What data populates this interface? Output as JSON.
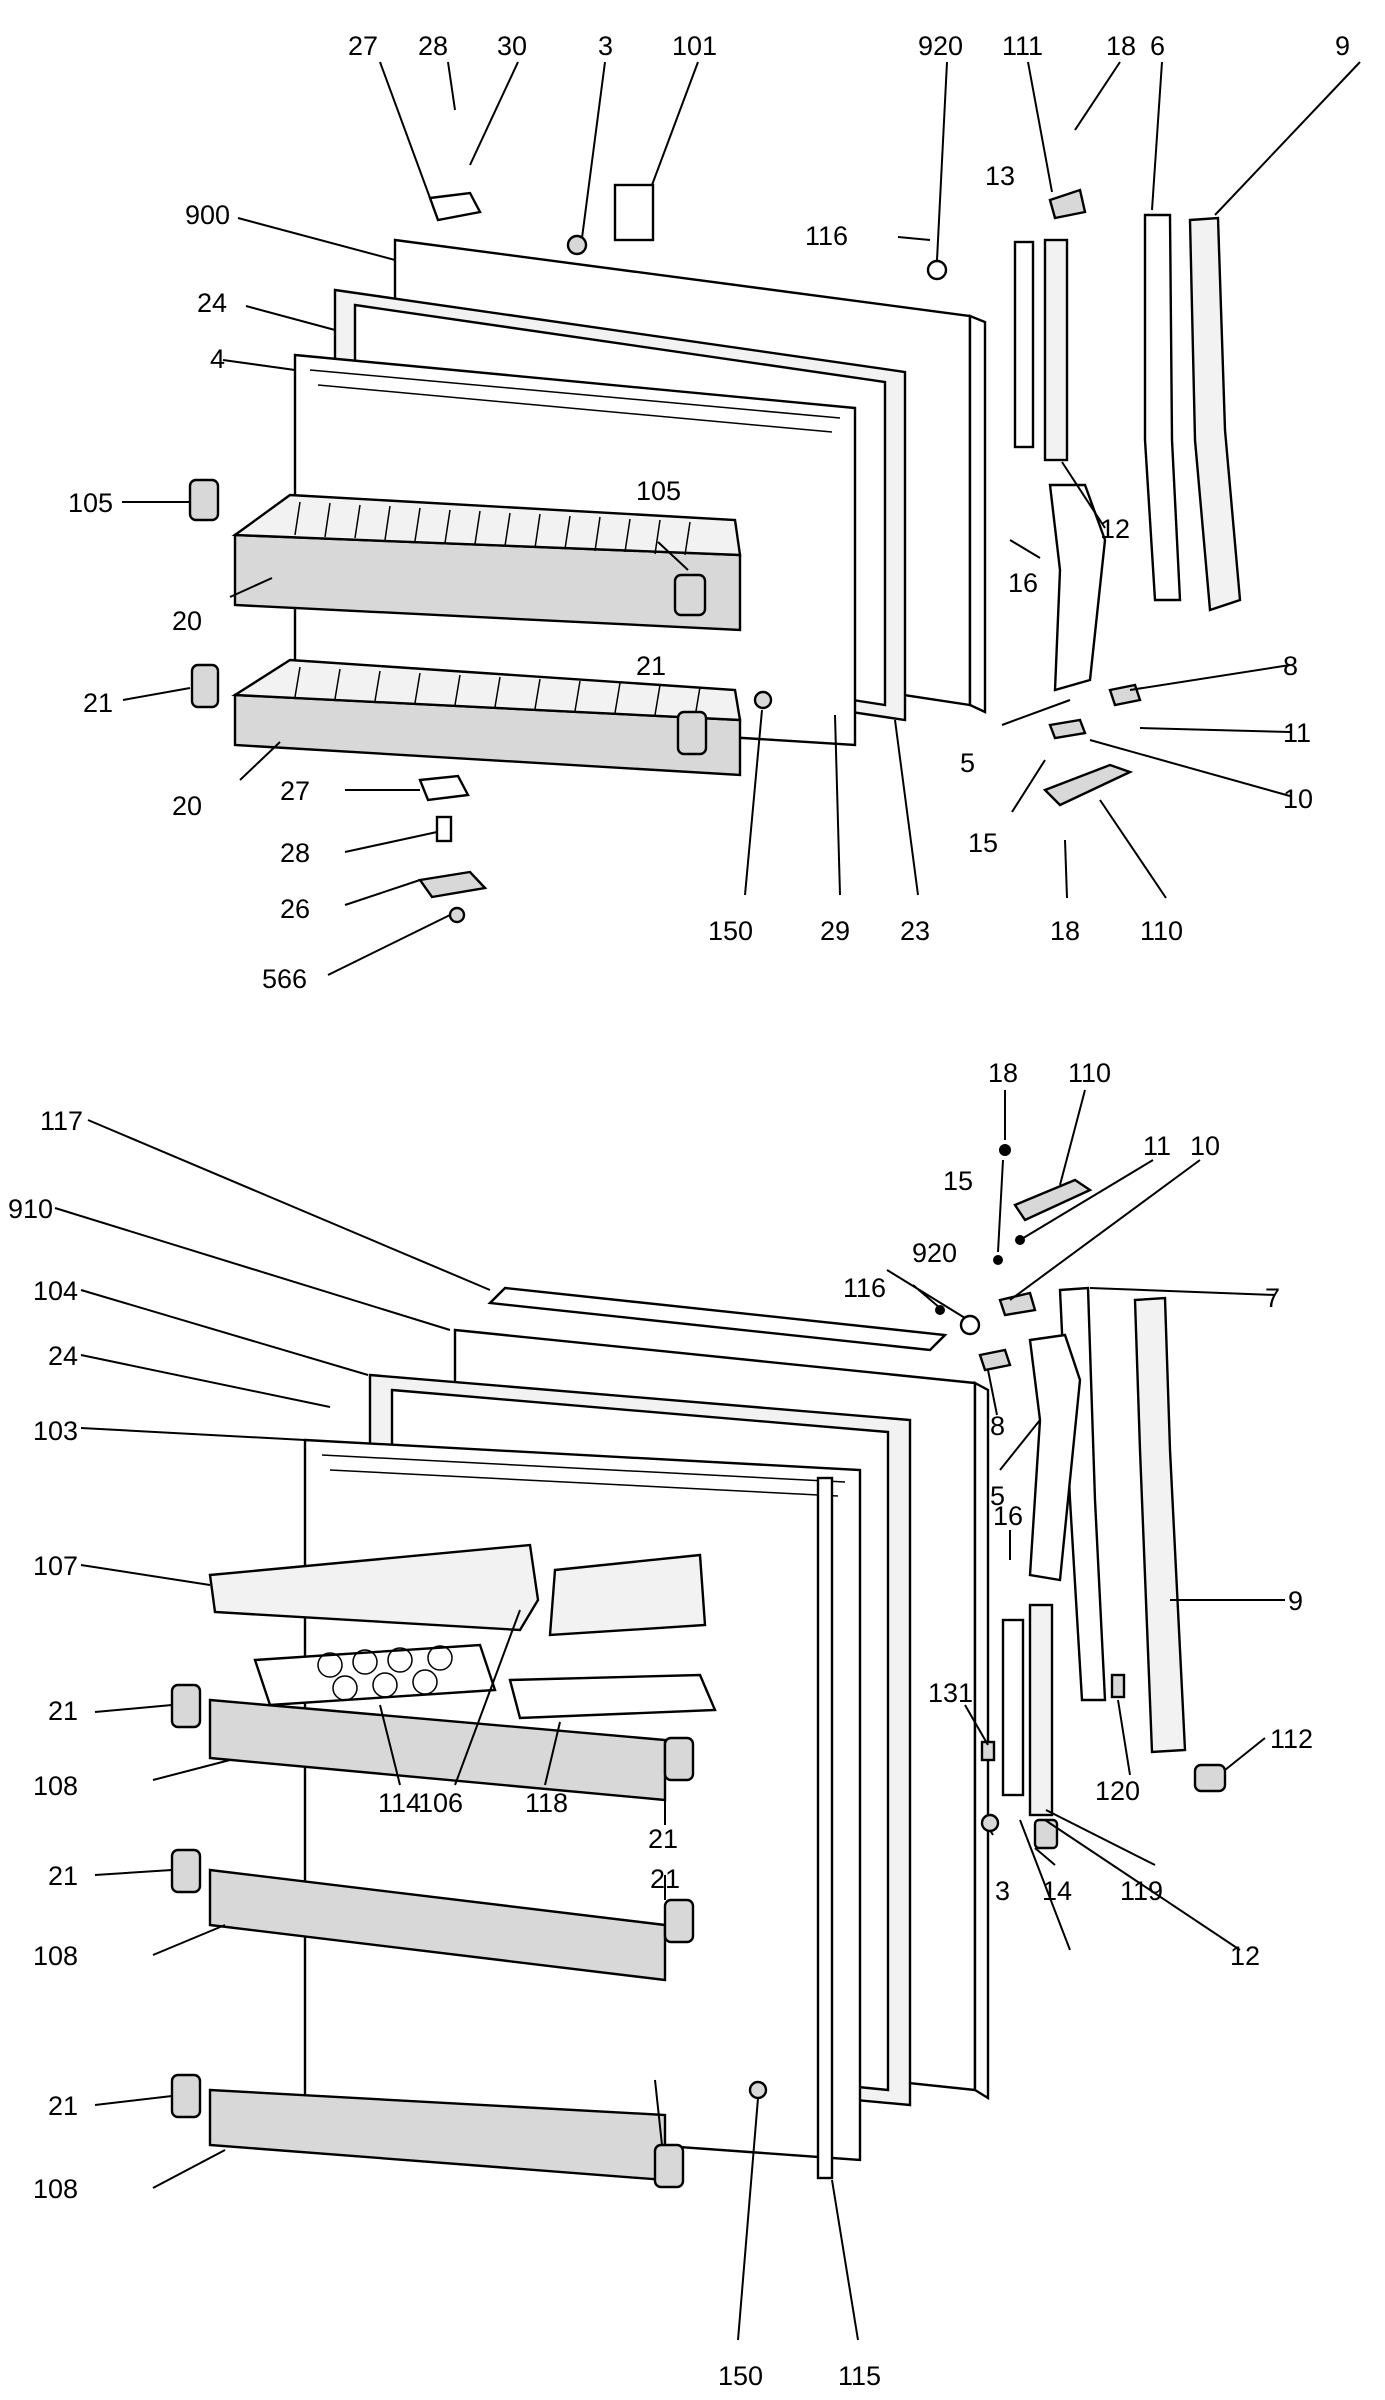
{
  "diagram": {
    "type": "exploded-parts-diagram",
    "upper_assembly": {
      "callouts": [
        "27",
        "28",
        "30",
        "3",
        "101",
        "920",
        "111",
        "18",
        "6",
        "9",
        "900",
        "116",
        "13",
        "24",
        "4",
        "105",
        "12",
        "105",
        "16",
        "20",
        "21",
        "8",
        "21",
        "11",
        "5",
        "10",
        "20",
        "27",
        "15",
        "28",
        "26",
        "566",
        "150",
        "29",
        "23",
        "18",
        "110"
      ]
    },
    "lower_assembly": {
      "callouts": [
        "18",
        "110",
        "117",
        "11",
        "10",
        "15",
        "910",
        "920",
        "116",
        "7",
        "104",
        "8",
        "24",
        "103",
        "5",
        "16",
        "107",
        "9",
        "131",
        "21",
        "112",
        "120",
        "108",
        "114",
        "106",
        "118",
        "21",
        "21",
        "108",
        "3",
        "14",
        "119",
        "12",
        "21",
        "21",
        "108",
        "150",
        "115"
      ]
    }
  }
}
